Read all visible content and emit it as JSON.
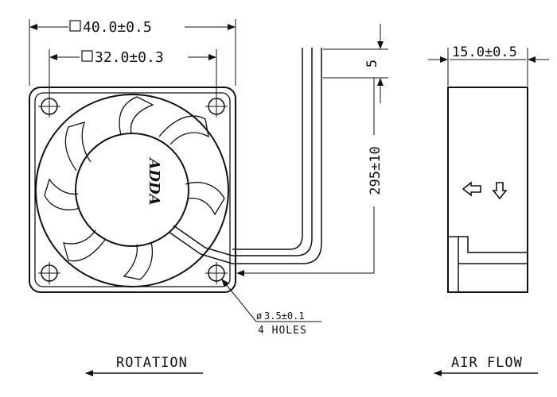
{
  "dimensions": {
    "outer_size": "40.0±0.5",
    "hole_spacing": "32.0±0.3",
    "lead_strip": "5",
    "lead_length": "295±10",
    "thickness": "15.0±0.5",
    "hole_diameter": "3.5±0.1",
    "hole_count": "4 HOLES"
  },
  "labels": {
    "rotation": "ROTATION",
    "air_flow": "AIR FLOW",
    "brand": "ADDA"
  },
  "icons": {
    "square_symbol": "square-dimension-icon",
    "diameter_symbol": "diameter-icon",
    "arrow_left": "arrow-left-icon",
    "arrow_down": "arrow-down-icon"
  }
}
